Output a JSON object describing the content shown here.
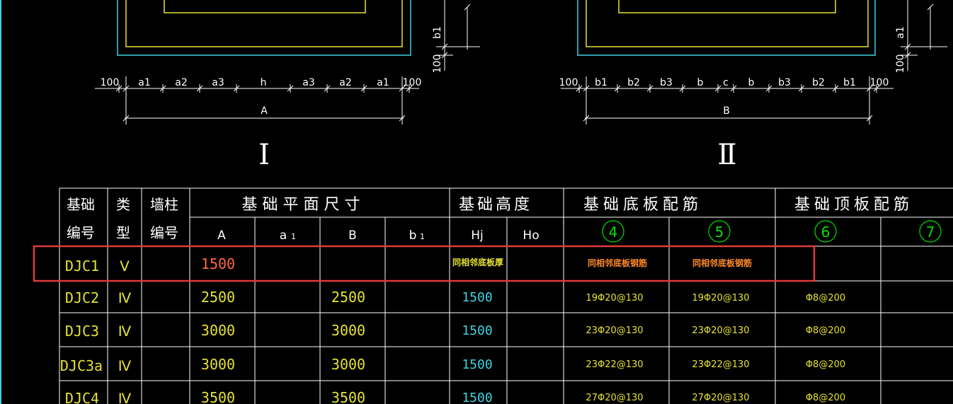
{
  "drawing": {
    "left_dims": [
      "100",
      "a1",
      "a2",
      "a3",
      "h",
      "a3",
      "a2",
      "a1",
      "100"
    ],
    "left_total": "A",
    "left_label": "Ⅰ",
    "left_vert": [
      "b1",
      "100"
    ],
    "right_dims": [
      "100",
      "b1",
      "b2",
      "b3",
      "b",
      "c",
      "b",
      "b3",
      "b2",
      "b1",
      "100"
    ],
    "right_total": "B",
    "right_label": "Ⅱ",
    "right_vert": [
      "a1",
      "100"
    ]
  },
  "table": {
    "headers": {
      "id": [
        "基础",
        "编号"
      ],
      "type": [
        "类",
        "型"
      ],
      "wall": [
        "墙柱",
        "编号"
      ],
      "plan": "基 础 平 面 尺 寸",
      "height": "基础高度",
      "bottom": "基础底板配筋",
      "top": "基础顶板配筋"
    },
    "subheaders": {
      "A": "A",
      "a1": "a",
      "a1_sub": "1",
      "B": "B",
      "b1": "b",
      "b1_sub": "1",
      "Hj": "Hj",
      "Ho": "Ho",
      "c4": "4",
      "c5": "5",
      "c6": "6",
      "c7": "7"
    },
    "rows": [
      {
        "id": "DJC1",
        "type": "Ⅴ",
        "A": "1500",
        "B": "",
        "Hj": "同相邻底板厚",
        "r4": "同相邻底板钢筋",
        "r5": "同相邻底板钢筋",
        "r6": ""
      },
      {
        "id": "DJC2",
        "type": "Ⅳ",
        "A": "2500",
        "B": "2500",
        "Hj": "1500",
        "r4": "19Φ20@130",
        "r5": "19Φ20@130",
        "r6": "Φ8@200"
      },
      {
        "id": "DJC3",
        "type": "Ⅳ",
        "A": "3000",
        "B": "3000",
        "Hj": "1500",
        "r4": "23Φ20@130",
        "r5": "23Φ20@130",
        "r6": "Φ8@200"
      },
      {
        "id": "DJC3a",
        "type": "Ⅳ",
        "A": "3000",
        "B": "3000",
        "Hj": "1500",
        "r4": "23Φ22@130",
        "r5": "23Φ22@130",
        "r6": "Φ8@200"
      },
      {
        "id": "DJC4",
        "type": "Ⅳ",
        "A": "3500",
        "B": "3500",
        "Hj": "1500",
        "r4": "27Φ20@130",
        "r5": "27Φ20@130",
        "r6": "Φ8@200"
      }
    ]
  },
  "colors": {
    "background": "#000000",
    "lines": "#ffffff",
    "yellow": "#e5e233",
    "cyan": "#3fd3df",
    "green": "#00e000",
    "orange": "#ff6a3a",
    "highlight": "#e03a3a"
  }
}
